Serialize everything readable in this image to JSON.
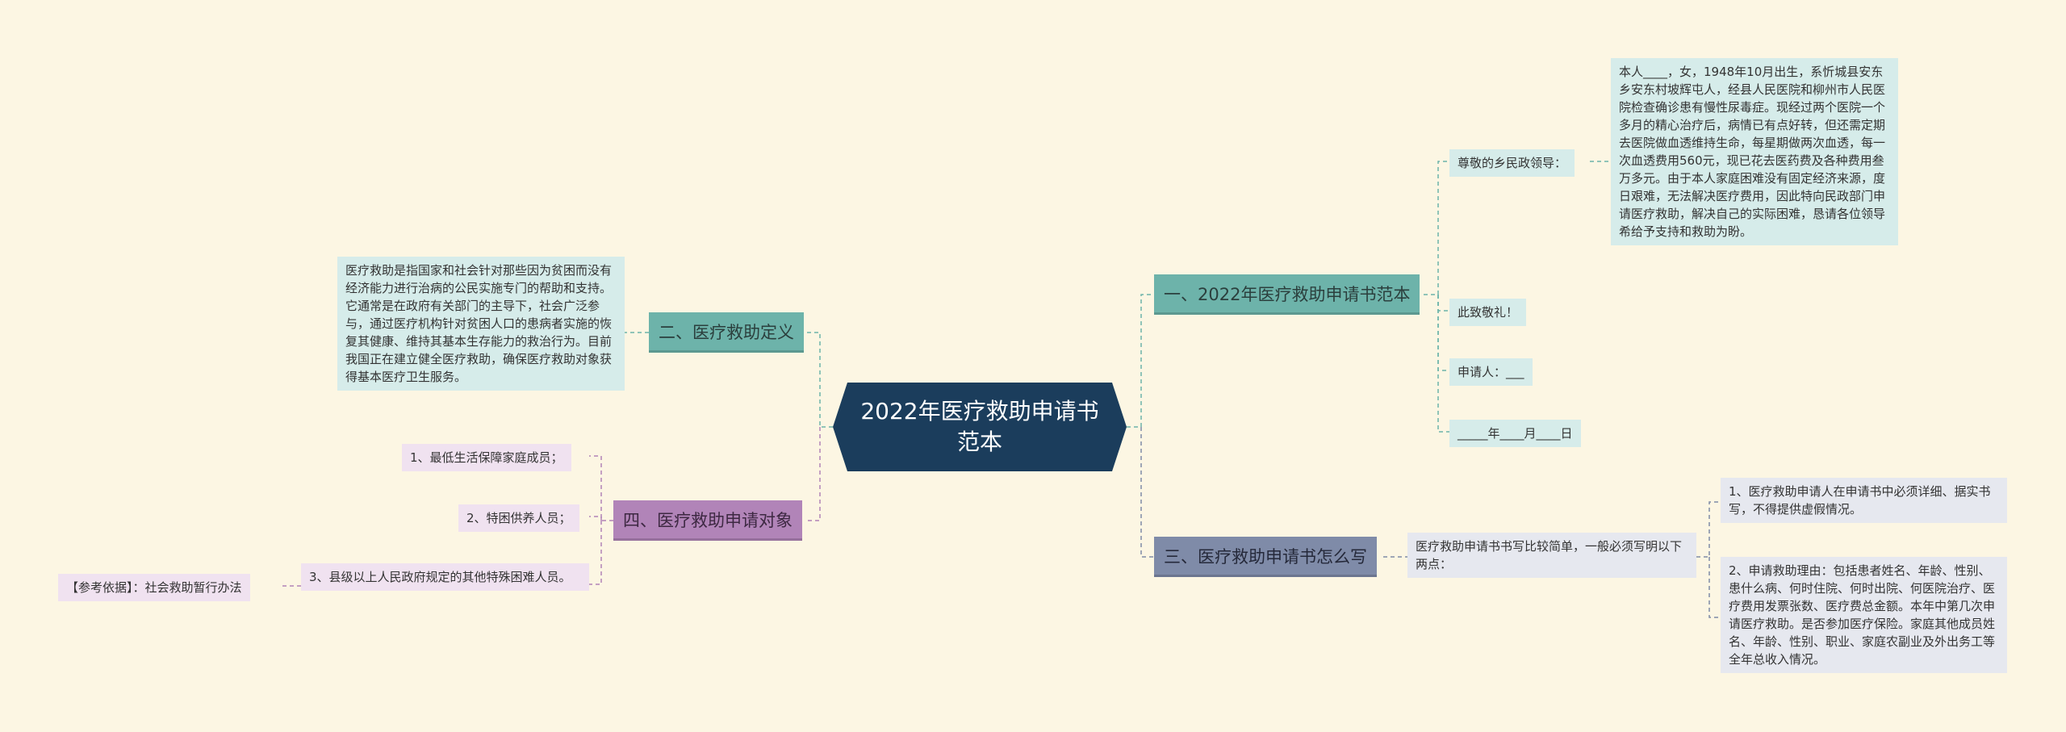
{
  "root": {
    "title": "2022年医疗救助申请书范本"
  },
  "branches": [
    {
      "label": "一、2022年医疗救助申请书范本"
    },
    {
      "label": "二、医疗救助定义"
    },
    {
      "label": "三、医疗救助申请书怎么写"
    },
    {
      "label": "四、医疗救助申请对象"
    }
  ],
  "b1": {
    "salutation": "尊敬的乡民政领导：",
    "letter": "本人____，女，1948年10月出生，系忻城县安东乡安东村坡辉屯人，经县人民医院和柳州市人民医院检查确诊患有慢性尿毒症。现经过两个医院一个多月的精心治疗后，病情已有点好转，但还需定期去医院做血透维持生命，每星期做两次血透，每一次血透费用560元，现已花去医药费及各种费用叁万多元。由于本人家庭困难没有固定经济来源，度日艰难，无法解决医疗费用，因此特向民政部门申请医疗救助，解决自己的实际困难，恳请各位领导希给予支持和救助为盼。",
    "closing": "此致敬礼！",
    "applicant": "申请人：___",
    "date": "_____年____月____日"
  },
  "b2": {
    "definition": "医疗救助是指国家和社会针对那些因为贫困而没有经济能力进行治病的公民实施专门的帮助和支持。它通常是在政府有关部门的主导下，社会广泛参与，通过医疗机构针对贫困人口的患病者实施的恢复其健康、维持其基本生存能力的救治行为。目前我国正在建立健全医疗救助，确保医疗救助对象获得基本医疗卫生服务。"
  },
  "b3": {
    "intro": "医疗救助申请书书写比较简单，一般必须写明以下两点：",
    "point1": "1、医疗救助申请人在申请书中必须详细、据实书写，不得提供虚假情况。",
    "point2": "2、申请救助理由：包括患者姓名、年龄、性别、患什么病、何时住院、何时出院、何医院治疗、医疗费用发票张数、医疗费总金额。本年中第几次申请医疗救助。是否参加医疗保险。家庭其他成员姓名、年龄、性别、职业、家庭农副业及外出务工等全年总收入情况。"
  },
  "b4": {
    "item1": "1、最低生活保障家庭成员；",
    "item2": "2、特困供养人员；",
    "item3": "3、县级以上人民政府规定的其他特殊困难人员。",
    "reference": "【参考依据】：社会救助暂行办法"
  },
  "colors": {
    "background": "#fcf6e3",
    "root": "#1b3d5c",
    "teal": "#6db3aa",
    "purple": "#b184b8",
    "slate": "#7f8ba8"
  }
}
